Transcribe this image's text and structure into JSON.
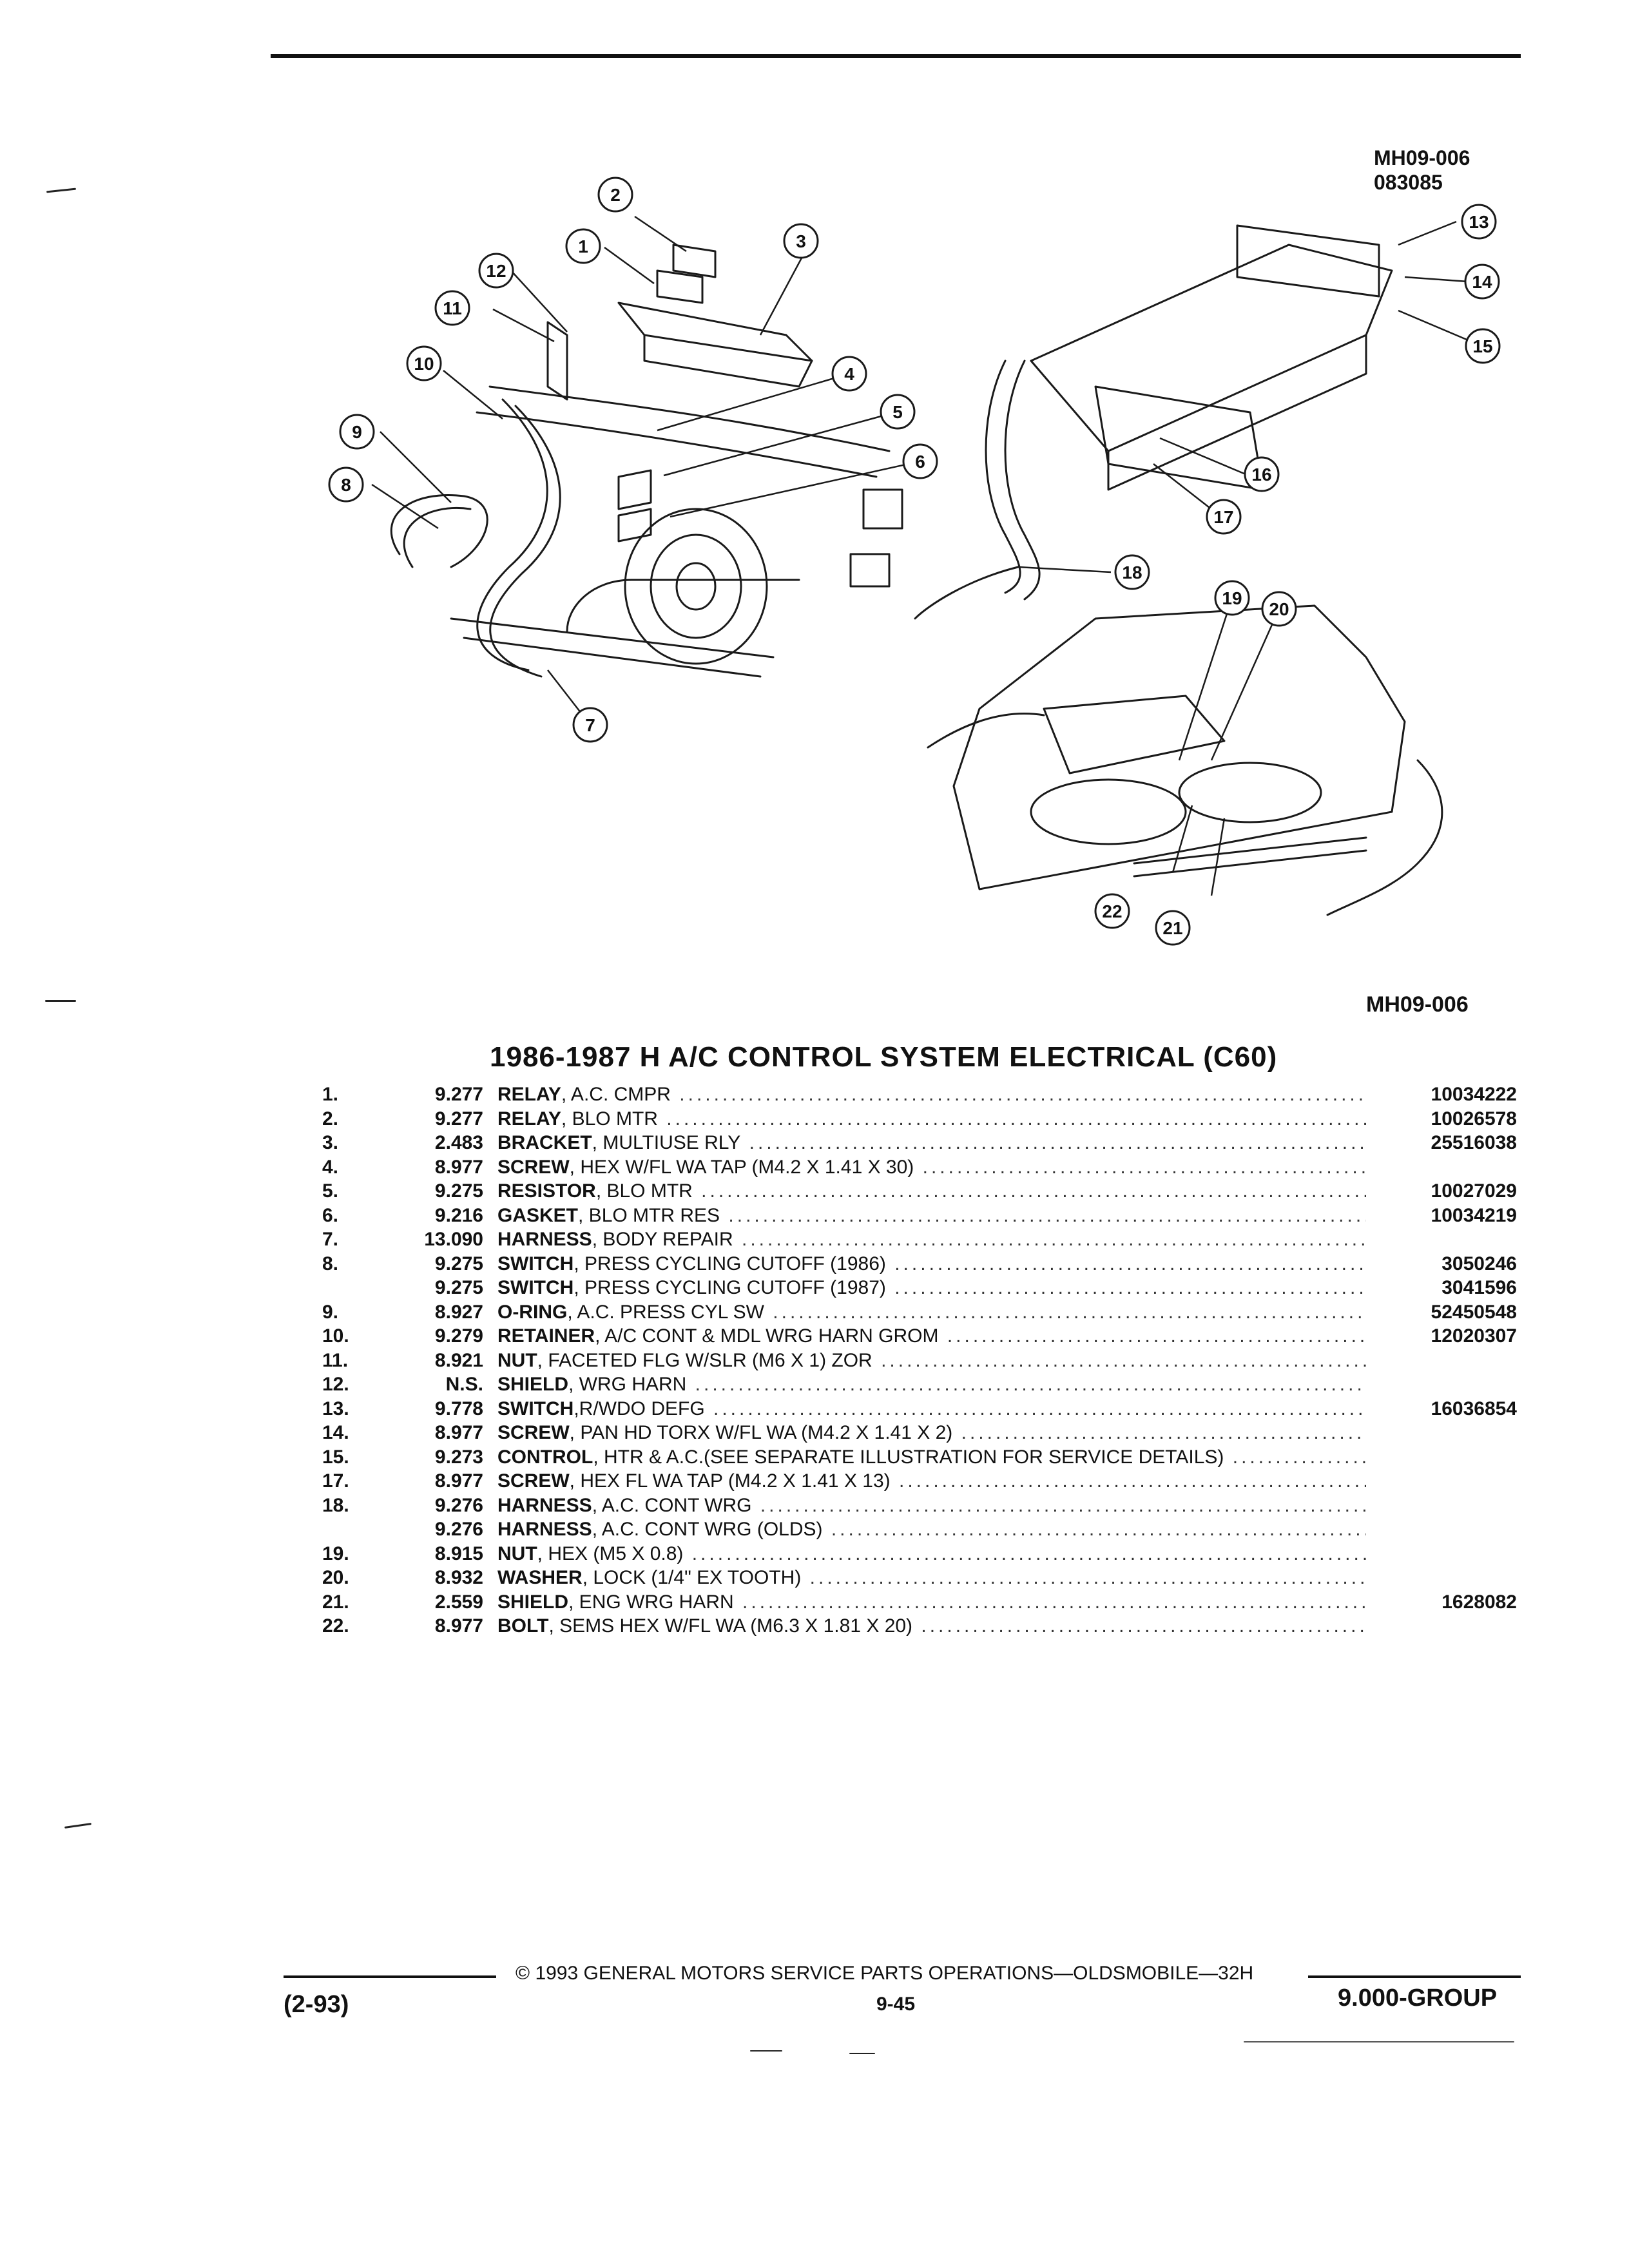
{
  "header": {
    "ref_code": "MH09-006",
    "ref_date": "083085",
    "ref_code_bottom": "MH09-006"
  },
  "callouts": [
    "1",
    "2",
    "3",
    "4",
    "5",
    "6",
    "7",
    "8",
    "9",
    "10",
    "11",
    "12",
    "13",
    "14",
    "15",
    "16",
    "17",
    "18",
    "19",
    "20",
    "21",
    "22"
  ],
  "section_title": "1986-1987 H A/C CONTROL SYSTEM ELECTRICAL (C60)",
  "parts": [
    {
      "no": "1.",
      "group": "9.277",
      "name": "RELAY",
      "detail": ", A.C. CMPR",
      "part": "10034222"
    },
    {
      "no": "2.",
      "group": "9.277",
      "name": "RELAY",
      "detail": ", BLO MTR",
      "part": "10026578"
    },
    {
      "no": "3.",
      "group": "2.483",
      "name": "BRACKET",
      "detail": ", MULTIUSE RLY",
      "part": "25516038"
    },
    {
      "no": "4.",
      "group": "8.977",
      "name": "SCREW",
      "detail": ", HEX W/FL WA TAP (M4.2 X 1.41 X 30)",
      "part": ""
    },
    {
      "no": "5.",
      "group": "9.275",
      "name": "RESISTOR",
      "detail": ", BLO MTR",
      "part": "10027029"
    },
    {
      "no": "6.",
      "group": "9.216",
      "name": "GASKET",
      "detail": ", BLO MTR RES",
      "part": "10034219"
    },
    {
      "no": "7.",
      "group": "13.090",
      "name": "HARNESS",
      "detail": ", BODY REPAIR",
      "part": ""
    },
    {
      "no": "8.",
      "group": "9.275",
      "name": "SWITCH",
      "detail": ", PRESS CYCLING CUTOFF (1986)",
      "part": "3050246"
    },
    {
      "no": "",
      "group": "9.275",
      "name": "SWITCH",
      "detail": ", PRESS CYCLING CUTOFF (1987)",
      "part": "3041596"
    },
    {
      "no": "9.",
      "group": "8.927",
      "name": "O-RING",
      "detail": ", A.C. PRESS CYL SW",
      "part": "52450548"
    },
    {
      "no": "10.",
      "group": "9.279",
      "name": "RETAINER",
      "detail": ", A/C CONT & MDL WRG HARN GROM",
      "part": "12020307"
    },
    {
      "no": "11.",
      "group": "8.921",
      "name": "NUT",
      "detail": ", FACETED FLG W/SLR (M6 X 1) ZOR",
      "part": ""
    },
    {
      "no": "12.",
      "group": "N.S.",
      "name": "SHIELD",
      "detail": ", WRG HARN",
      "part": ""
    },
    {
      "no": "13.",
      "group": "9.778",
      "name": "SWITCH",
      "detail": ",R/WDO DEFG",
      "part": "16036854"
    },
    {
      "no": "14.",
      "group": "8.977",
      "name": "SCREW",
      "detail": ", PAN HD TORX W/FL WA (M4.2 X 1.41 X 2)",
      "part": ""
    },
    {
      "no": "15.",
      "group": "9.273",
      "name": "CONTROL",
      "detail": ", HTR & A.C.(SEE SEPARATE ILLUSTRATION FOR SERVICE DETAILS)",
      "part": ""
    },
    {
      "no": "17.",
      "group": "8.977",
      "name": "SCREW",
      "detail": ", HEX FL WA TAP (M4.2 X 1.41 X 13)",
      "part": ""
    },
    {
      "no": "18.",
      "group": "9.276",
      "name": "HARNESS",
      "detail": ", A.C. CONT WRG",
      "part": ""
    },
    {
      "no": "",
      "group": "9.276",
      "name": "HARNESS",
      "detail": ", A.C. CONT WRG (OLDS)",
      "part": ""
    },
    {
      "no": "19.",
      "group": "8.915",
      "name": "NUT",
      "detail": ", HEX (M5 X 0.8)",
      "part": ""
    },
    {
      "no": "20.",
      "group": "8.932",
      "name": "WASHER",
      "detail": ", LOCK (1/4\" EX TOOTH)",
      "part": ""
    },
    {
      "no": "21.",
      "group": "2.559",
      "name": "SHIELD",
      "detail": ", ENG WRG HARN",
      "part": "1628082"
    },
    {
      "no": "22.",
      "group": "8.977",
      "name": "BOLT",
      "detail": ", SEMS HEX W/FL WA (M6.3 X 1.81 X 20)",
      "part": ""
    }
  ],
  "footer": {
    "copyright": "© 1993 GENERAL MOTORS SERVICE PARTS OPERATIONS—OLDSMOBILE—32H",
    "date_code": "(2-93)",
    "page": "9-45",
    "group": "9.000-GROUP"
  }
}
